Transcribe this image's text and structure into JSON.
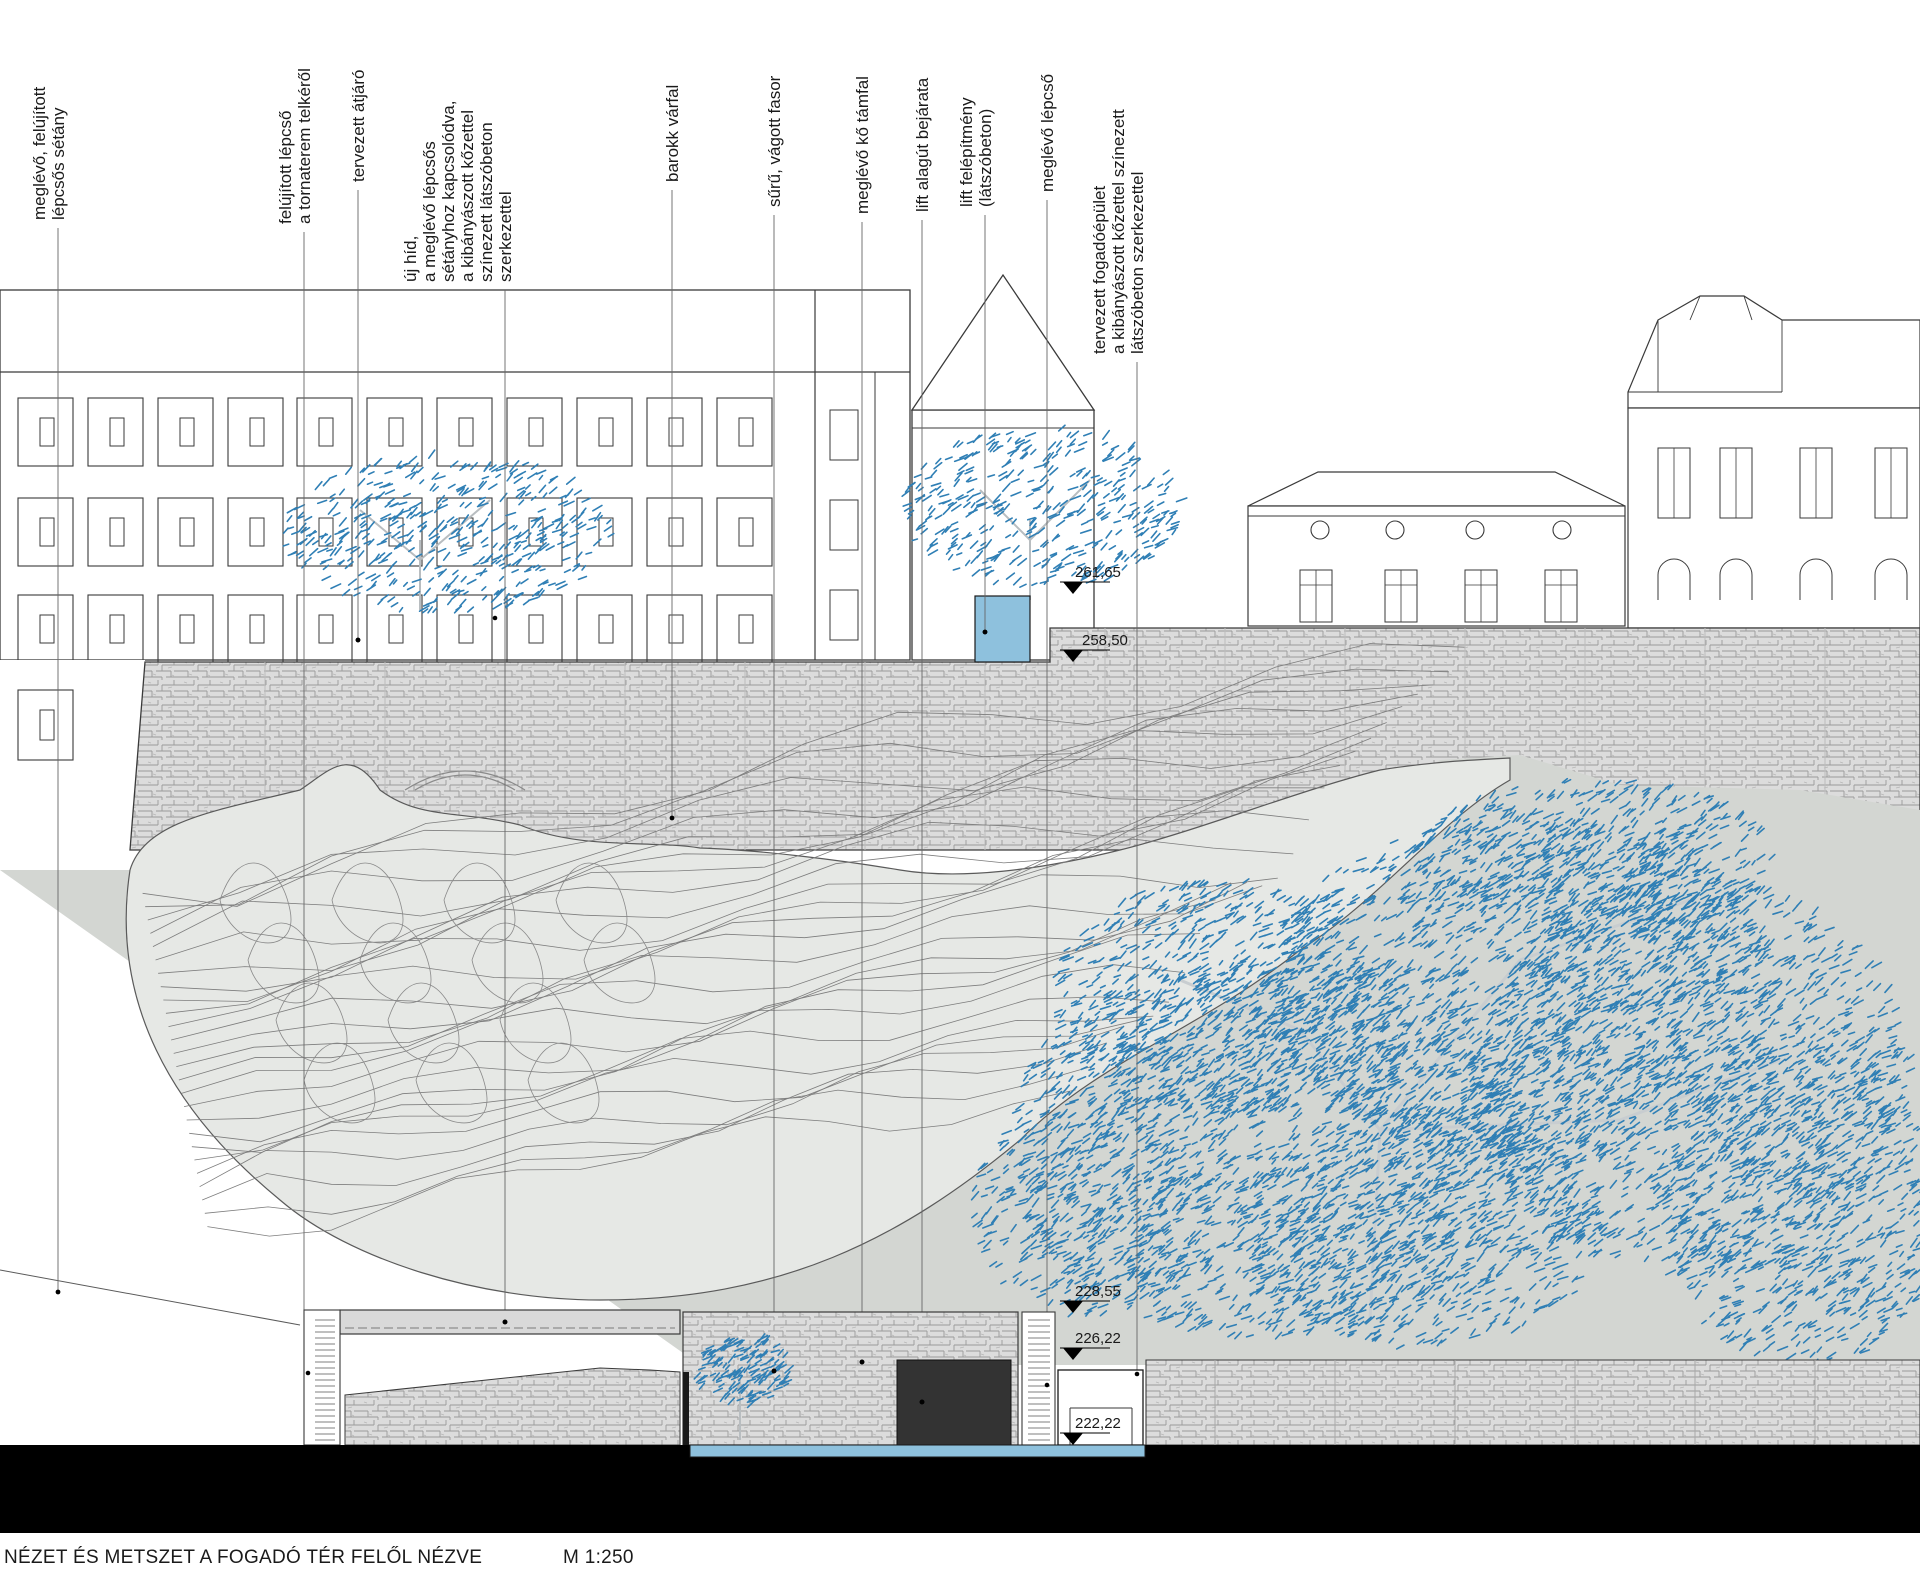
{
  "caption": {
    "title": "NÉZET ÉS METSZET A FOGADÓ TÉR FELŐL NÉZVE",
    "scale": "M 1:250"
  },
  "callouts": [
    {
      "id": "renovated-promenade",
      "lines": [
        "meglévő, felújított",
        "lépcsős sétány"
      ]
    },
    {
      "id": "renovated-stair",
      "lines": [
        "felújított lépcső",
        "a tornaterem telkéről"
      ]
    },
    {
      "id": "planned-passage",
      "lines": [
        "tervezett átjáró"
      ]
    },
    {
      "id": "new-bridge",
      "lines": [
        "új híd,",
        "a meglévő lépcsős",
        "sétányhoz kapcsolódva,",
        "a kibányászott kőzettel",
        "színezett látszóbeton",
        "szerkezettel"
      ]
    },
    {
      "id": "baroque-wall",
      "lines": [
        "barokk várfal"
      ]
    },
    {
      "id": "tree-row",
      "lines": [
        "sűrű,  vágott fasor"
      ]
    },
    {
      "id": "stone-retaining-wall",
      "lines": [
        "meglévő kő támfal"
      ]
    },
    {
      "id": "lift-tunnel-entrance",
      "lines": [
        "lift alagút bejárata"
      ]
    },
    {
      "id": "lift-superstructure",
      "lines": [
        "lift felépítmény",
        "(látszóbeton)"
      ]
    },
    {
      "id": "existing-stair",
      "lines": [
        "meglévő lépcső"
      ]
    },
    {
      "id": "reception-building",
      "lines": [
        "tervezett fogadóépület",
        "a kibányászott kőzettel színezett",
        "látszóbeton szerkezettel"
      ]
    }
  ],
  "levels": [
    {
      "id": "level-261-65",
      "label": "261,65"
    },
    {
      "id": "level-258-50",
      "label": "258,50"
    },
    {
      "id": "level-228-55",
      "label": "228,55"
    },
    {
      "id": "level-226-22",
      "label": "226,22"
    },
    {
      "id": "level-222-22",
      "label": "222,22"
    }
  ],
  "colors": {
    "ink": "#1a1a1a",
    "line": "#3a3a3a",
    "rock_fill": "#e4e6e3",
    "hill_fill": "#d3d6d2",
    "stone_fill": "#d9d9d9",
    "foliage": "#2f7fb5",
    "lift_blue": "#8ec1dd",
    "tunnel_dark": "#333333",
    "ground": "#000000",
    "pool_blue": "#8ec1dd"
  }
}
